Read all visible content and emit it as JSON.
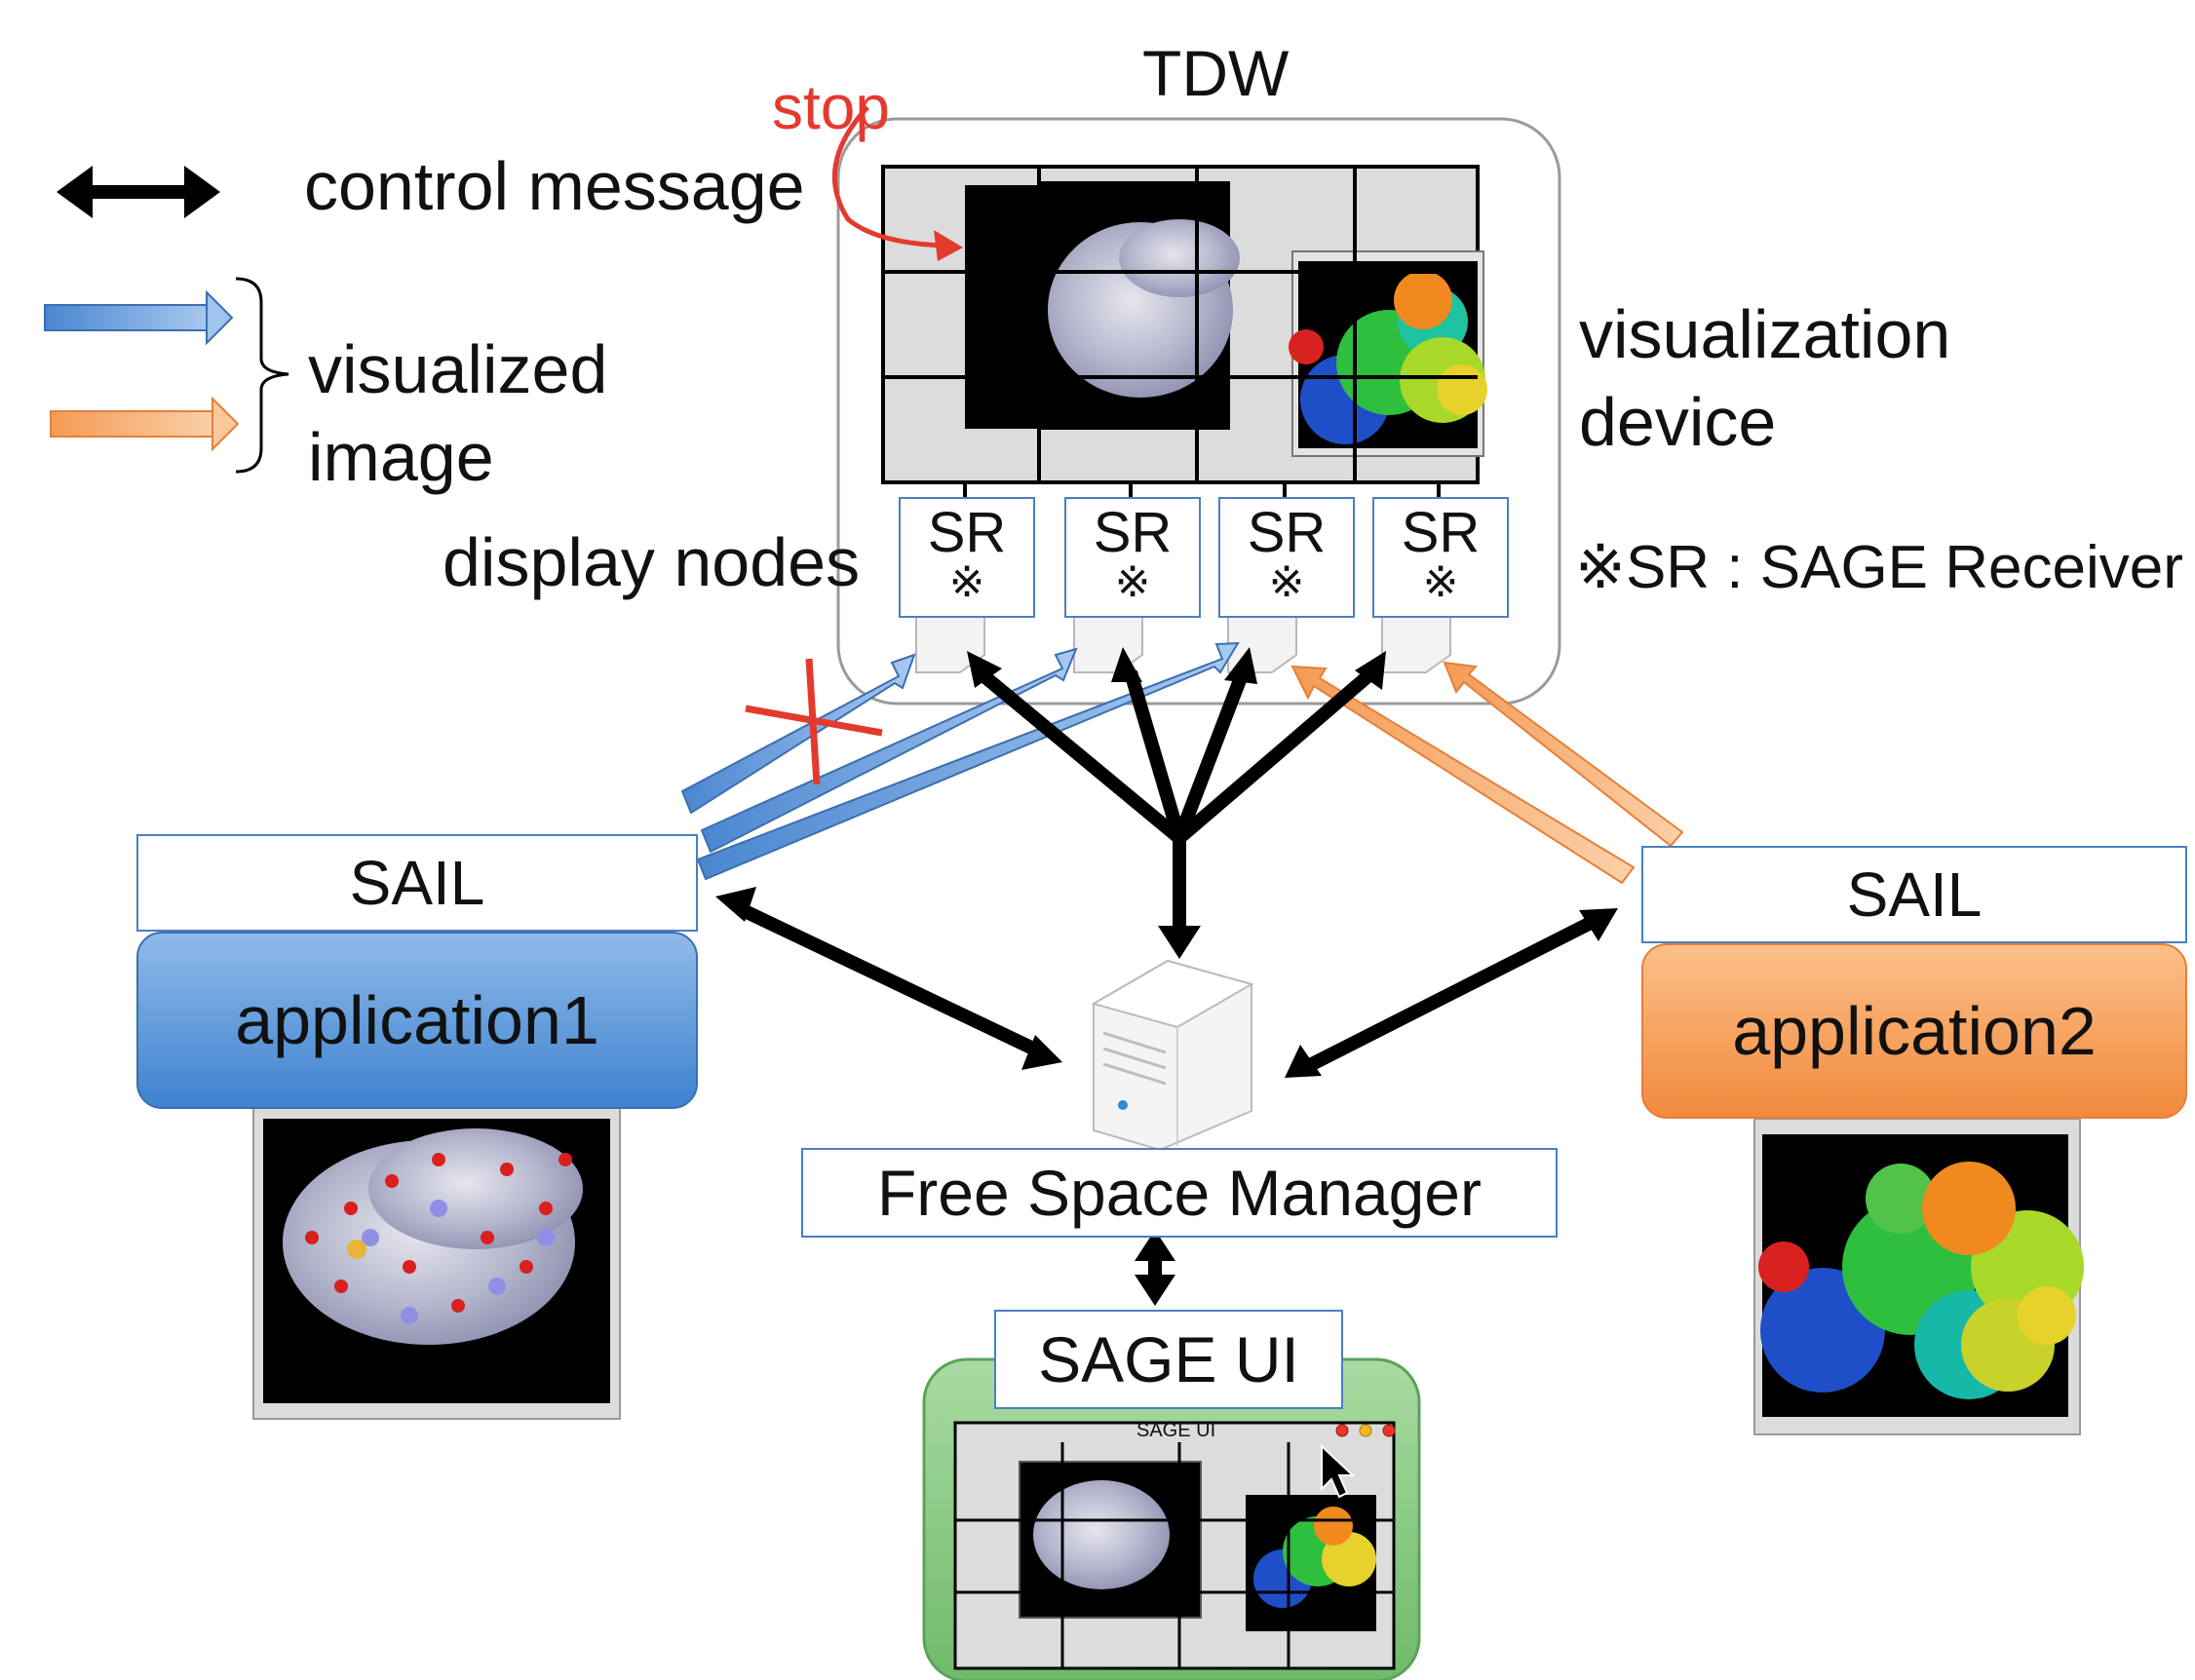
{
  "legend": {
    "control": "control message",
    "image_line1": "visualized",
    "image_line2": "image"
  },
  "tdw": {
    "title": "TDW",
    "stop": "stop",
    "device_line1": "visualization",
    "device_line2": "device",
    "display_nodes": "display nodes",
    "sr_label": "SR",
    "sr_mark": "※",
    "sr_note": "※SR : SAGE Receiver"
  },
  "app1": {
    "sail": "SAIL",
    "name": "application1"
  },
  "app2": {
    "sail": "SAIL",
    "name": "application2"
  },
  "fsm": {
    "label": "Free Space Manager"
  },
  "sageui": {
    "label": "SAGE UI",
    "window_title": "SAGE UI"
  },
  "colors": {
    "blue": "#5b95d6",
    "orange": "#f4a060",
    "red": "#e43a2e",
    "green": "#7cc07a",
    "control": "#000000"
  }
}
